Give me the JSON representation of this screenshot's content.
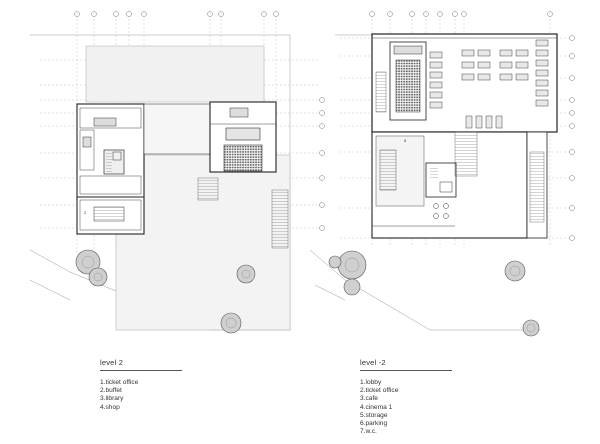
{
  "plan_left": {
    "title": "level 2",
    "rooms": [
      "1.ticket office",
      "2.buffet",
      "3.library",
      "4.shop"
    ],
    "labels": {
      "room_2": "2"
    }
  },
  "plan_right": {
    "title": "level -2",
    "rooms": [
      "1.lobby",
      "2.ticket office",
      "3.cafe",
      "4.cinema 1",
      "5.storage",
      "6.parking",
      "7.w.c."
    ],
    "labels": {
      "room_5": "5"
    }
  },
  "colors": {
    "line": "#222222",
    "thin": "#9a9a9a",
    "fill": "#ececec",
    "tree": "#c8c8c8"
  }
}
